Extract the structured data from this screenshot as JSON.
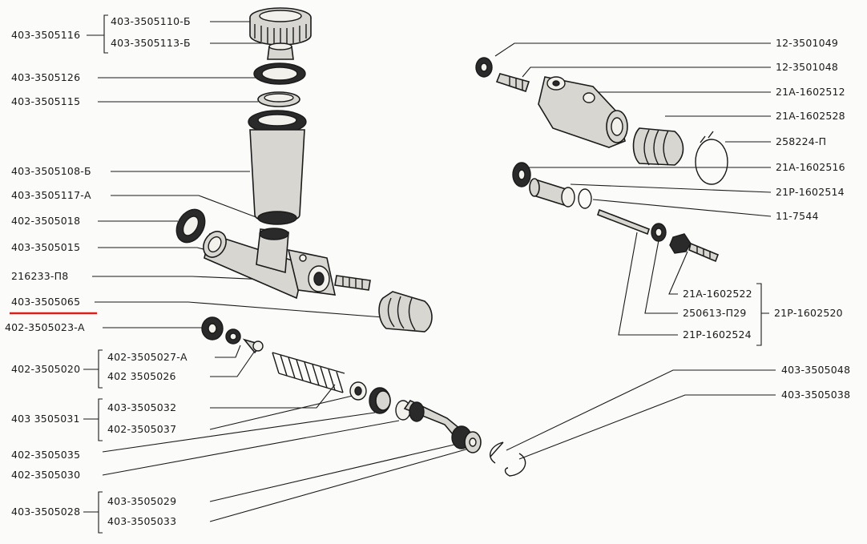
{
  "highlight_color": "#d9201a",
  "labels_left": [
    {
      "id": "l1",
      "text": "403-3505116"
    },
    {
      "id": "l2",
      "text": "403-3505110-Б"
    },
    {
      "id": "l3",
      "text": "403-3505113-Б"
    },
    {
      "id": "l4",
      "text": "403-3505126"
    },
    {
      "id": "l5",
      "text": "403-3505115"
    },
    {
      "id": "l6",
      "text": "403-3505108-Б"
    },
    {
      "id": "l7",
      "text": "403-3505117-А"
    },
    {
      "id": "l8",
      "text": "402-3505018"
    },
    {
      "id": "l9",
      "text": "403-3505015"
    },
    {
      "id": "l10",
      "text": "216233-П8"
    },
    {
      "id": "l11",
      "text": "403-3505065"
    },
    {
      "id": "l12",
      "text": "402-3505023-А"
    },
    {
      "id": "l13",
      "text": "402-3505020"
    },
    {
      "id": "l14",
      "text": "402-3505027-А"
    },
    {
      "id": "l15",
      "text": "402 3505026"
    },
    {
      "id": "l16",
      "text": "403 3505031"
    },
    {
      "id": "l17",
      "text": "403-3505032"
    },
    {
      "id": "l18",
      "text": "402-3505037"
    },
    {
      "id": "l19",
      "text": "402-3505035"
    },
    {
      "id": "l20",
      "text": "402-3505030"
    },
    {
      "id": "l21",
      "text": "403-3505028"
    },
    {
      "id": "l22",
      "text": "403-3505029"
    },
    {
      "id": "l23",
      "text": "403-3505033"
    }
  ],
  "labels_right": [
    {
      "id": "r1",
      "text": "12-3501049"
    },
    {
      "id": "r2",
      "text": "12-3501048"
    },
    {
      "id": "r3",
      "text": "21А-1602512"
    },
    {
      "id": "r4",
      "text": "21А-1602528"
    },
    {
      "id": "r5",
      "text": "258224-П"
    },
    {
      "id": "r6",
      "text": "21А-1602516"
    },
    {
      "id": "r7",
      "text": "21Р-1602514"
    },
    {
      "id": "r8",
      "text": "11-7544"
    },
    {
      "id": "r9",
      "text": "21А-1602522"
    },
    {
      "id": "r10",
      "text": "250613-П29"
    },
    {
      "id": "r11",
      "text": "21Р-1602524"
    },
    {
      "id": "r12",
      "text": "21Р-1602520"
    },
    {
      "id": "r13",
      "text": "403-3505048"
    },
    {
      "id": "r14",
      "text": "403-3505038"
    }
  ]
}
